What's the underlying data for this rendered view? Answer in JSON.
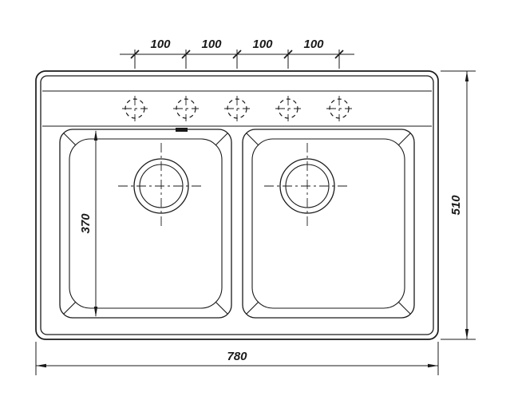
{
  "drawing": {
    "title": "double-bowl-sink-top-view-technical-drawing",
    "dimensions": {
      "hole_spacing": [
        "100",
        "100",
        "100",
        "100"
      ],
      "bowl_length": "370",
      "overall_depth": "510",
      "overall_width": "780"
    },
    "features": {
      "faucet_holes": 5,
      "bowls": 2,
      "drains": 2
    },
    "colors": {
      "line": "#1a1a1a",
      "background": "#ffffff"
    }
  }
}
